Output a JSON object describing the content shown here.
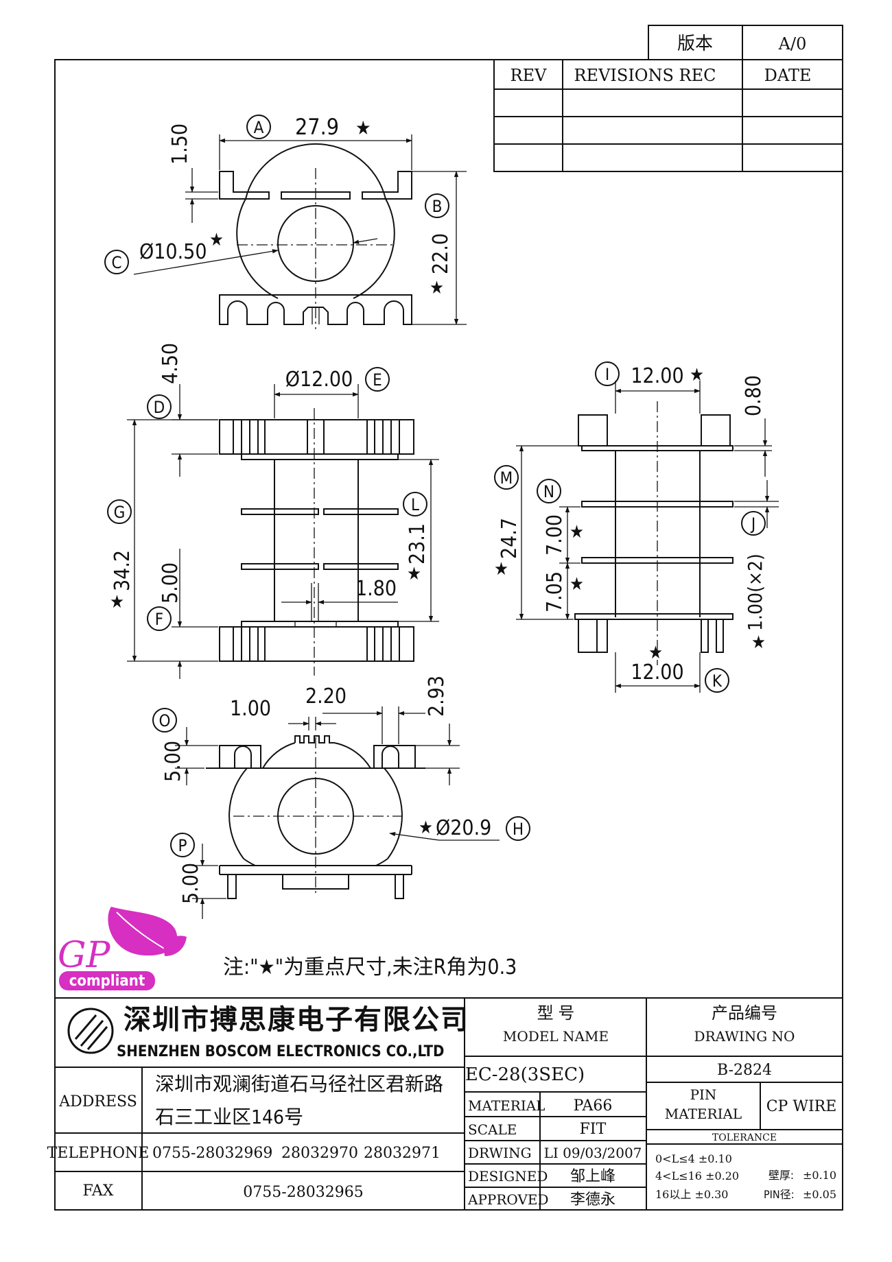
{
  "revision_block": {
    "version_label": "版本",
    "version_value": "A/0",
    "headers": [
      "REV",
      "REVISIONS REC",
      "DATE"
    ]
  },
  "dims": {
    "A": {
      "letter": "A",
      "value": "27.9"
    },
    "B": {
      "letter": "B",
      "value": "22.0"
    },
    "C": {
      "letter": "C",
      "value": "Ø10.50"
    },
    "D": {
      "letter": "D",
      "value": "4.50"
    },
    "E": {
      "letter": "E",
      "value": "Ø12.00"
    },
    "F": {
      "letter": "F",
      "value": "5.00"
    },
    "G": {
      "letter": "G",
      "value": "34.2"
    },
    "H": {
      "letter": "H",
      "value": "Ø20.9"
    },
    "I": {
      "letter": "I",
      "value": "12.00"
    },
    "J": {
      "letter": "J",
      "value": "1.00(×2)"
    },
    "K": {
      "letter": "K",
      "value": "12.00"
    },
    "L": {
      "letter": "L",
      "value": "23.1"
    },
    "M": {
      "letter": "M",
      "value": "24.7"
    },
    "N": {
      "letter": "N",
      "value": "7.00"
    },
    "O": {
      "letter": "O",
      "value": "1.00"
    },
    "P": {
      "letter": "P",
      "value": "5.00"
    },
    "top_150": "1.50",
    "mid_180": "1.80",
    "side_080": "0.80",
    "side_705": "7.05",
    "bot_220": "2.20",
    "bot_293": "2.93",
    "bot_500": "5.00"
  },
  "star": "★",
  "note": "注:\"★\"为重点尺寸,未注R角为0.3",
  "gp_logo": {
    "text": "GP",
    "badge": "compliant",
    "color": "#d62fc2"
  },
  "title_block": {
    "company_cn": "深圳市搏思康电子有限公司",
    "company_en": "SHENZHEN BOSCOM ELECTRONICS CO.,LTD",
    "address_label": "ADDRESS",
    "address_line1": "深圳市观澜街道石马径社区君新路",
    "address_line2": "石三工业区146号",
    "telephone_label": "TELEPHONE",
    "telephone_1": "0755-28032969",
    "telephone_2": "28032970",
    "telephone_3": "28032971",
    "fax_label": "FAX",
    "fax": "0755-28032965",
    "model_label_cn": "型 号",
    "model_label_en": "MODEL NAME",
    "model_value": "EC-28(3SEC)",
    "drawing_label_cn": "产品编号",
    "drawing_label_en": "DRAWING NO",
    "drawing_value": "B-2824",
    "material_label": "MATERIAL",
    "material_value": "PA66",
    "scale_label": "SCALE",
    "scale_value": "FIT",
    "drwing_label": "DRWING",
    "drwing_value": "LI 09/03/2007",
    "designed_label": "DESIGNED",
    "designed_value": "邹上峰",
    "approved_label": "APPROVED",
    "approved_value": "李德永",
    "pin_material_line1": "PIN",
    "pin_material_line2": "MATERIAL",
    "pin_material_value": "CP WIRE",
    "tolerance_label": "TOLERANCE",
    "tol_1": "0<L≤4  ±0.10",
    "tol_2": "4<L≤16  ±0.20",
    "tol_3": "16以上    ±0.30",
    "wall_label": "壁厚:",
    "wall_value": "±0.10",
    "pin_dia_label": "PIN径:",
    "pin_dia_value": "±0.05"
  }
}
